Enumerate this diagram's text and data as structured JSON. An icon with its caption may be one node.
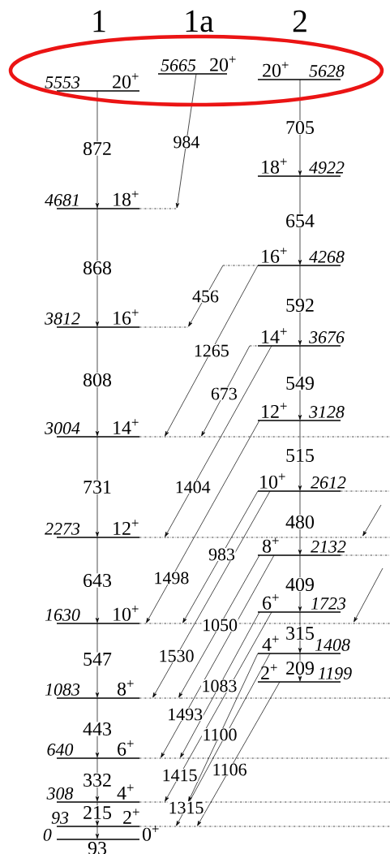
{
  "diagram": {
    "nodes": [
      {
        "text": [
          "*5553*",
          "20$^{+}$"
        ]
      },
      {
        "text": [
          "*4681*",
          "18$^{+}$"
        ]
      },
      {
        "text": [
          "*3812*",
          "16$^{+}$"
        ]
      },
      {
        "text": [
          "*3004*",
          "14$^{+}$"
        ]
      },
      {
        "text": [
          "*2273*",
          "12$^{+}$"
        ]
      },
      {
        "text": [
          "*1630*",
          "10$^{+}$"
        ]
      },
      {
        "text": [
          "*1083*",
          "8$^{+}$"
        ]
      },
      {
        "text": [
          "*640*",
          "6$^{+}$"
        ]
      },
      {
        "text": [
          "*308*",
          "4$^{+}$"
        ]
      },
      {
        "text": [
          "*93*",
          "2$^{+}$"
        ]
      },
      {
        "text": [
          "*0*",
          "0$^{+}$"
        ]
      },
      {
        "text": [
          "*5665*",
          "20$^{+}$"
        ]
      },
      {
        "text": [
          "20$^{+}$",
          "*5628*"
        ]
      },
      {
        "text": [
          "18$^{+}$",
          "*4922*"
        ]
      },
      {
        "text": [
          "16$^{+}$",
          "*4268*"
        ]
      },
      {
        "text": [
          "14$^{+}$",
          "*3676*"
        ]
      },
      {
        "text": [
          "12$^{+}$",
          "*3128*"
        ]
      },
      {
        "text": [
          "10$^{+}$",
          "*2612*"
        ]
      },
      {
        "text": [
          "8$^{+}$",
          "*2132*"
        ]
      },
      {
        "text": [
          "6$^{+}$",
          "*1723*"
        ]
      },
      {
        "text": [
          "4$^{+}$",
          "*1408*"
        ]
      },
      {
        "text": [
          "2$^{+}$",
          "*1199*"
        ]
      }
    ],
    "edges": [
      {
        "from": 0,
        "to": 1,
        "arrow": "to",
        "label": "872"
      },
      {
        "from": 1,
        "to": 2,
        "arrow": "to",
        "label": "868"
      },
      {
        "from": 2,
        "to": 3,
        "arrow": "to",
        "label": "808"
      },
      {
        "from": 3,
        "to": 4,
        "arrow": "to",
        "label": "731"
      },
      {
        "from": 4,
        "to": 5,
        "arrow": "to",
        "label": "643"
      },
      {
        "from": 5,
        "to": 6,
        "arrow": "to",
        "label": "547"
      },
      {
        "from": 6,
        "to": 7,
        "arrow": "to",
        "label": "443"
      },
      {
        "from": 7,
        "to": 8,
        "arrow": "to",
        "label": "332"
      },
      {
        "from": 8,
        "to": 9,
        "arrow": "to",
        "label": "215"
      },
      {
        "from": 9,
        "to": 10,
        "arrow": "to",
        "label": "93"
      },
      {
        "from": 11,
        "to": 1,
        "arrow": "to",
        "label": "984"
      },
      {
        "from": 12,
        "to": 13,
        "arrow": "to",
        "label": "705"
      },
      {
        "from": 13,
        "to": 14,
        "arrow": "to",
        "label": "654"
      },
      {
        "from": 14,
        "to": 15,
        "arrow": "to",
        "label": "592"
      },
      {
        "from": 15,
        "to": 16,
        "arrow": "to",
        "label": "549"
      },
      {
        "from": 16,
        "to": 17,
        "arrow": "to",
        "label": "515"
      },
      {
        "from": 17,
        "to": 18,
        "arrow": "to",
        "label": "480"
      },
      {
        "from": 18,
        "to": 19,
        "arrow": "to",
        "label": "409"
      },
      {
        "from": 19,
        "to": 20,
        "arrow": "to",
        "label": "315"
      },
      {
        "from": 20,
        "to": 21,
        "arrow": "to",
        "label": "209"
      },
      {
        "from": 14,
        "to": 2,
        "arrow": "to",
        "label": "456"
      },
      {
        "from": 14,
        "to": 3,
        "arrow": "to",
        "label": "1265"
      },
      {
        "from": 15,
        "to": 3,
        "arrow": "to",
        "label": "673"
      },
      {
        "from": 15,
        "to": 4,
        "arrow": "to",
        "label": "1404"
      },
      {
        "from": 16,
        "to": 5,
        "arrow": "to",
        "label": "1498"
      },
      {
        "from": 17,
        "to": 5,
        "arrow": "to",
        "label": "983"
      },
      {
        "from": 17,
        "to": 6,
        "arrow": "to",
        "label": "1530"
      },
      {
        "from": 18,
        "to": 6,
        "arrow": "to",
        "label": "1050"
      },
      {
        "from": 18,
        "to": 7,
        "arrow": "to",
        "label": "1493"
      },
      {
        "from": 19,
        "to": 7,
        "arrow": "to",
        "label": "1083"
      },
      {
        "from": 19,
        "to": 8,
        "arrow": "to",
        "label": "1415"
      },
      {
        "from": 20,
        "to": 8,
        "arrow": "to",
        "label": "1100"
      },
      {
        "from": 20,
        "to": 9,
        "arrow": "to",
        "label": "1315"
      },
      {
        "from": 21,
        "to": 9,
        "arrow": "to",
        "label": "1106"
      }
    ],
    "labels": [
      "1",
      "1a",
      "2"
    ]
  }
}
